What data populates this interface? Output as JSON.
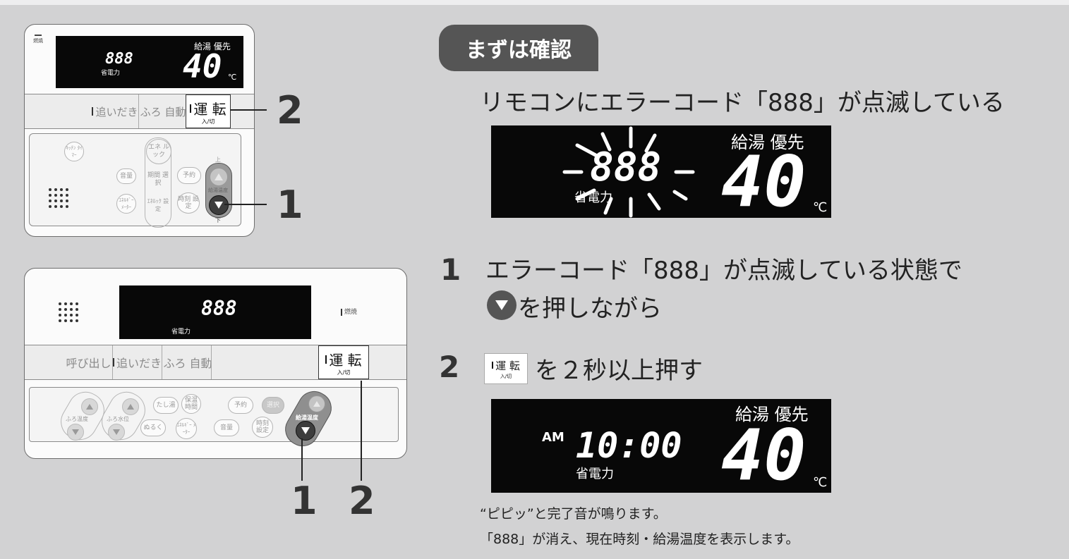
{
  "remote1": {
    "burn_label": "燃焼",
    "lcd_code": "888",
    "lcd_eco": "省電力",
    "lcd_mode": "給湯 優先",
    "lcd_temp": "40",
    "lcd_unit": "℃",
    "btn_oidaki": "追いだき",
    "btn_furo": "ふろ 自動",
    "btn_run": "運 転",
    "btn_run_sub": "入/切",
    "kitchen_timer": "ｷｯﾁﾝ ﾀｲﾏｰ",
    "volume": "音量",
    "ene_meter": "ｴﾈﾙｷﾞｰ ﾒｰﾀｰ",
    "ene_look": "エネ ルック",
    "period": "期間 選択",
    "ene_setting": "ｴﾈﾙｯｸ 設定",
    "reserve": "予約",
    "clock": "時刻 設定",
    "up_label": "上",
    "temp_label": "給湯温度",
    "down_label": "下"
  },
  "remote2": {
    "lcd_code": "888",
    "lcd_eco": "省電力",
    "burn_label": "燃焼",
    "btn_call": "呼び出し",
    "btn_oidaki": "追いだき",
    "btn_furo": "ふろ 自動",
    "btn_run": "運 転",
    "btn_run_sub": "入/切",
    "furo_temp": "ふろ温度",
    "furo_level": "ふろ水位",
    "tashiyu": "たし湯",
    "nuruku": "ぬるく",
    "hoon": "保温 時間",
    "ene_meter": "ｴﾈﾙｷﾞｰ ﾒｰﾀｰ",
    "reserve": "予約",
    "volume": "音量",
    "clock": "時刻 設定",
    "tag_shower": "選択",
    "temp_label": "給湯温度"
  },
  "callouts": {
    "c1a": "2",
    "c1b": "1",
    "c2a": "1",
    "c2b": "2"
  },
  "guide": {
    "tag": "まずは確認",
    "heading": "リモコンにエラーコード「888」が点滅している",
    "display1": {
      "code": "888",
      "eco": "省電力",
      "mode": "給湯 優先",
      "temp": "40",
      "unit": "℃"
    },
    "step1_num": "1",
    "step1_line1": "エラーコード「888」が点滅している状態で",
    "step1_line2": "を押しながら",
    "step2_num": "2",
    "step2_btn": "運 転",
    "step2_btn_sub": "入/切",
    "step2_text": "を２秒以上押す",
    "display2": {
      "ampm": "AM",
      "time": "10:00",
      "eco": "省電力",
      "mode": "給湯 優先",
      "temp": "40",
      "unit": "℃"
    },
    "note1": "“ピピッ”と完了音が鳴ります。",
    "note2": "「888」が消え、現在時刻・給湯温度を表示します。"
  }
}
